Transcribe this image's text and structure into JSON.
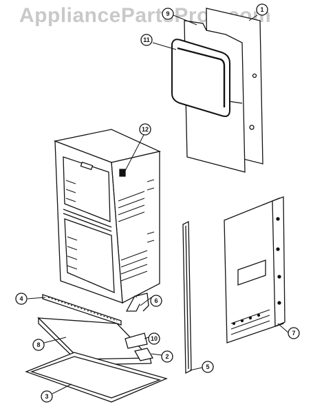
{
  "watermark": "AppliancePartsPros.com",
  "callouts": [
    {
      "id": "c1",
      "label": "1"
    },
    {
      "id": "c9",
      "label": "9"
    },
    {
      "id": "c11",
      "label": "11"
    },
    {
      "id": "c12",
      "label": "12"
    },
    {
      "id": "c4",
      "label": "4"
    },
    {
      "id": "c6",
      "label": "6"
    },
    {
      "id": "c8",
      "label": "8"
    },
    {
      "id": "c10",
      "label": "10"
    },
    {
      "id": "c2",
      "label": "2"
    },
    {
      "id": "c3",
      "label": "3"
    },
    {
      "id": "c5",
      "label": "5"
    },
    {
      "id": "c7",
      "label": "7"
    }
  ]
}
